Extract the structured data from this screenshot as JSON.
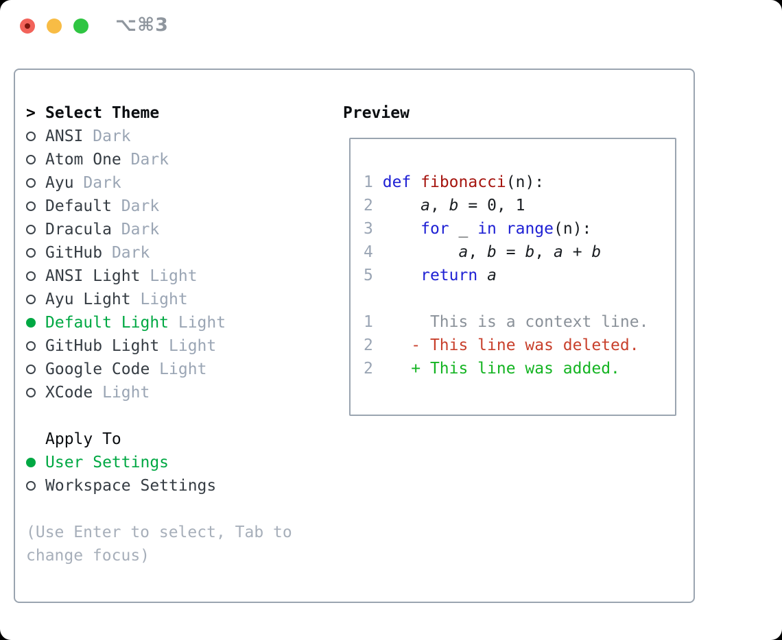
{
  "window": {
    "title": "⌥⌘3"
  },
  "traffic_lights": {
    "close": "close-button",
    "minimize": "minimize-button",
    "zoom": "zoom-button"
  },
  "theme_panel": {
    "prompt": ">",
    "header": "Select Theme",
    "items": [
      {
        "name": "ANSI",
        "variant": "Dark",
        "selected": false
      },
      {
        "name": "Atom One",
        "variant": "Dark",
        "selected": false
      },
      {
        "name": "Ayu",
        "variant": "Dark",
        "selected": false
      },
      {
        "name": "Default",
        "variant": "Dark",
        "selected": false
      },
      {
        "name": "Dracula",
        "variant": "Dark",
        "selected": false
      },
      {
        "name": "GitHub",
        "variant": "Dark",
        "selected": false
      },
      {
        "name": "ANSI Light",
        "variant": "Light",
        "selected": false
      },
      {
        "name": "Ayu Light",
        "variant": "Light",
        "selected": false
      },
      {
        "name": "Default Light",
        "variant": "Light",
        "selected": true
      },
      {
        "name": "GitHub Light",
        "variant": "Light",
        "selected": false
      },
      {
        "name": "Google Code",
        "variant": "Light",
        "selected": false
      },
      {
        "name": "XCode",
        "variant": "Light",
        "selected": false
      }
    ],
    "apply_to": {
      "header": "Apply To",
      "options": [
        {
          "label": "User Settings",
          "selected": true
        },
        {
          "label": "Workspace Settings",
          "selected": false
        }
      ]
    },
    "hint_lines": [
      "(Use Enter to select, Tab to",
      "change focus)"
    ]
  },
  "preview": {
    "header": "Preview",
    "code_lines": [
      [
        {
          "c": "ln",
          "t": "1"
        },
        {
          "c": "tx",
          "t": " "
        },
        {
          "c": "kw",
          "t": "def"
        },
        {
          "c": "tx",
          "t": " "
        },
        {
          "c": "fn",
          "t": "fibonacci"
        },
        {
          "c": "tx",
          "t": "(n):"
        }
      ],
      [
        {
          "c": "ln",
          "t": "2"
        },
        {
          "c": "tx",
          "t": "     "
        },
        {
          "c": "var",
          "t": "a"
        },
        {
          "c": "tx",
          "t": ", "
        },
        {
          "c": "var",
          "t": "b"
        },
        {
          "c": "tx",
          "t": " = 0, 1"
        }
      ],
      [
        {
          "c": "ln",
          "t": "3"
        },
        {
          "c": "tx",
          "t": "     "
        },
        {
          "c": "kw",
          "t": "for"
        },
        {
          "c": "tx",
          "t": " _ "
        },
        {
          "c": "kw",
          "t": "in"
        },
        {
          "c": "tx",
          "t": " "
        },
        {
          "c": "kw",
          "t": "range"
        },
        {
          "c": "tx",
          "t": "(n):"
        }
      ],
      [
        {
          "c": "ln",
          "t": "4"
        },
        {
          "c": "tx",
          "t": "         "
        },
        {
          "c": "var",
          "t": "a"
        },
        {
          "c": "tx",
          "t": ", "
        },
        {
          "c": "var",
          "t": "b"
        },
        {
          "c": "tx",
          "t": " = "
        },
        {
          "c": "var",
          "t": "b"
        },
        {
          "c": "tx",
          "t": ", "
        },
        {
          "c": "var",
          "t": "a"
        },
        {
          "c": "tx",
          "t": " + "
        },
        {
          "c": "var",
          "t": "b"
        }
      ],
      [
        {
          "c": "ln",
          "t": "5"
        },
        {
          "c": "tx",
          "t": "     "
        },
        {
          "c": "kw",
          "t": "return"
        },
        {
          "c": "tx",
          "t": " "
        },
        {
          "c": "var",
          "t": "a"
        }
      ],
      [],
      [
        {
          "c": "ln",
          "t": "1"
        },
        {
          "c": "tx",
          "t": "      "
        },
        {
          "c": "ctx",
          "t": "This is a context line."
        }
      ],
      [
        {
          "c": "ln",
          "t": "2"
        },
        {
          "c": "tx",
          "t": "    "
        },
        {
          "c": "del",
          "t": "- This line was deleted."
        }
      ],
      [
        {
          "c": "ln",
          "t": "2"
        },
        {
          "c": "tx",
          "t": "    "
        },
        {
          "c": "add",
          "t": "+ This line was added."
        }
      ]
    ]
  },
  "colors": {
    "accent_green": "#00a843",
    "keyword_blue": "#1e20d4",
    "function_red": "#a5140e",
    "diff_deleted_red": "#c8402c",
    "diff_added_green": "#14b422",
    "context_gray": "#8a9199",
    "muted_gray": "#9aa5b4",
    "hint_gray": "#a7afba",
    "panel_border": "#9aa4b0",
    "traffic_red": "#f2635a",
    "traffic_yellow": "#f8bc45",
    "traffic_green": "#2fc542",
    "title_gray": "#8f969e"
  }
}
